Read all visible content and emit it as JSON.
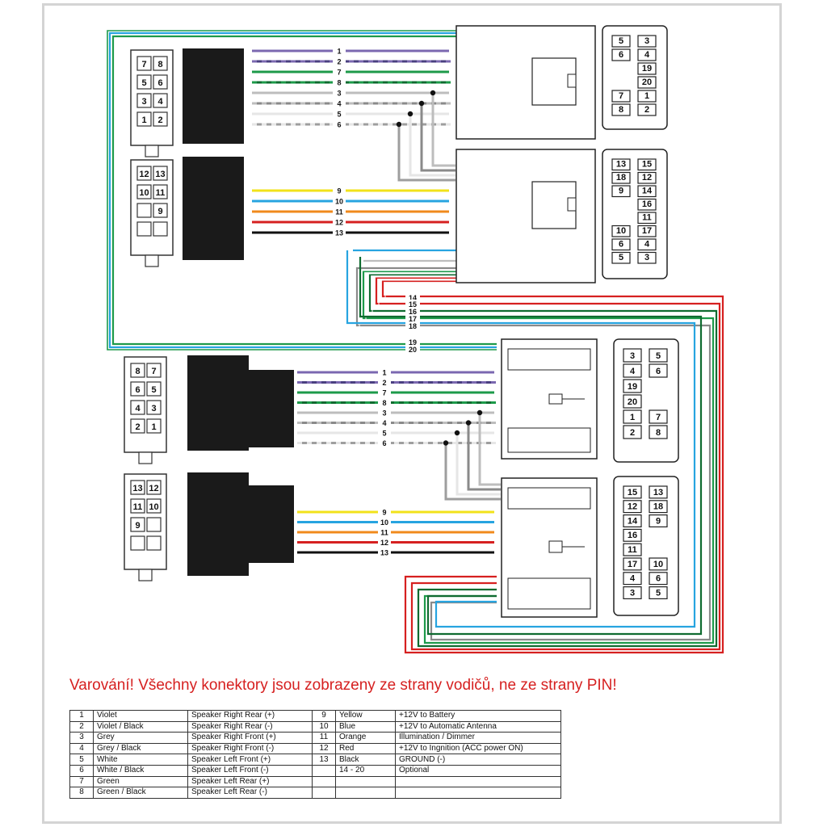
{
  "warning": "Varování! Všechny konektory jsou zobrazeny ze strany vodičů, ne ze strany PIN!",
  "colors": {
    "violet": "#7b68b0",
    "violet_black": "#4a3f80",
    "green": "#1d9a4a",
    "green_black": "#0f6b30",
    "grey": "#bdbdbd",
    "grey_black": "#8a8a8a",
    "white": "#e6e6e6",
    "white_black": "#9e9e9e",
    "yellow": "#f2e21a",
    "blue": "#27a4e0",
    "orange": "#f08a1c",
    "red": "#d62020",
    "black": "#111111"
  },
  "top_group": {
    "connector_a_pins": [
      "7",
      "8",
      "5",
      "6",
      "3",
      "4",
      "1",
      "2"
    ],
    "connector_b_pins": [
      "12",
      "13",
      "10",
      "11",
      "",
      "9",
      "",
      ""
    ],
    "wire_labels_a": [
      "1",
      "2",
      "7",
      "8",
      "3",
      "4",
      "5",
      "6"
    ],
    "wire_labels_b": [
      "9",
      "10",
      "11",
      "12",
      "13"
    ],
    "connector_c_pins": [
      [
        "5",
        "3"
      ],
      [
        "6",
        "4"
      ],
      [
        "",
        "19"
      ],
      [
        "",
        "20"
      ],
      [
        "7",
        "1"
      ],
      [
        "8",
        "2"
      ]
    ],
    "connector_d_pins": [
      [
        "13",
        "15"
      ],
      [
        "18",
        "12"
      ],
      [
        "9",
        "14"
      ],
      [
        "",
        "16"
      ],
      [
        "",
        "11"
      ],
      [
        "10",
        "17"
      ],
      [
        "6",
        "4"
      ],
      [
        "5",
        "3"
      ]
    ]
  },
  "loop_labels": [
    "14",
    "15",
    "16",
    "17",
    "18",
    "19",
    "20"
  ],
  "bottom_group": {
    "connector_a_pins": [
      "8",
      "7",
      "6",
      "5",
      "4",
      "3",
      "2",
      "1"
    ],
    "connector_b_pins": [
      "13",
      "12",
      "11",
      "10",
      "9",
      "",
      "",
      ""
    ],
    "wire_labels_a": [
      "1",
      "2",
      "7",
      "8",
      "3",
      "4",
      "5",
      "6"
    ],
    "wire_labels_b": [
      "9",
      "10",
      "11",
      "12",
      "13"
    ],
    "connector_c_pins": [
      [
        "3",
        "5"
      ],
      [
        "4",
        "6"
      ],
      [
        "19",
        ""
      ],
      [
        "20",
        ""
      ],
      [
        "1",
        "7"
      ],
      [
        "2",
        "8"
      ]
    ],
    "connector_d_pins": [
      [
        "15",
        "13"
      ],
      [
        "12",
        "18"
      ],
      [
        "14",
        "9"
      ],
      [
        "16",
        ""
      ],
      [
        "11",
        ""
      ],
      [
        "17",
        "10"
      ],
      [
        "4",
        "6"
      ],
      [
        "3",
        "5"
      ]
    ]
  },
  "legend": [
    [
      "1",
      "Violet",
      "Speaker Right Rear (+)",
      "9",
      "Yellow",
      "+12V to Battery"
    ],
    [
      "2",
      "Violet / Black",
      "Speaker Right Rear (-)",
      "10",
      "Blue",
      "+12V to Automatic Antenna"
    ],
    [
      "3",
      "Grey",
      "Speaker Right Front (+)",
      "11",
      "Orange",
      "Illumination / Dimmer"
    ],
    [
      "4",
      "Grey / Black",
      "Speaker Right Front (-)",
      "12",
      "Red",
      "+12V to Ingnition (ACC power ON)"
    ],
    [
      "5",
      "White",
      "Speaker Left Front (+)",
      "13",
      "Black",
      "GROUND (-)"
    ],
    [
      "6",
      "White / Black",
      "Speaker Left Front (-)",
      "",
      "14 - 20",
      "Optional"
    ],
    [
      "7",
      "Green",
      "Speaker Left Rear (+)",
      "",
      "",
      ""
    ],
    [
      "8",
      "Green / Black",
      "Speaker Left Rear (-)",
      "",
      "",
      ""
    ]
  ]
}
